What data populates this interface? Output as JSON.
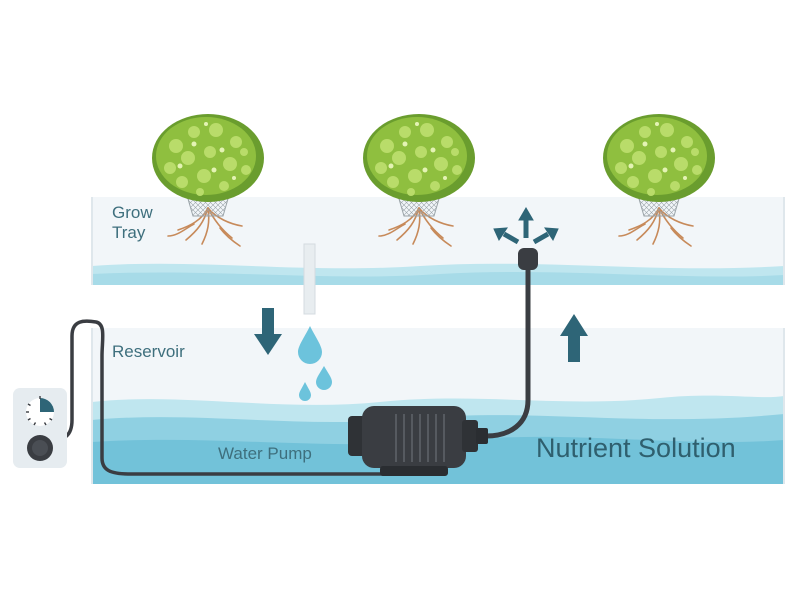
{
  "labels": {
    "grow_tray": "Grow\nTray",
    "reservoir": "Reservoir",
    "water_pump": "Water Pump",
    "nutrient_solution": "Nutrient Solution"
  },
  "plants": [
    {
      "name": "plant-left"
    },
    {
      "name": "plant-middle"
    },
    {
      "name": "plant-right"
    }
  ],
  "icons": {
    "timer": "timer-icon",
    "down_arrow": "down-arrow-icon",
    "up_arrow": "up-arrow-icon",
    "sprayer": "sprayer-arrows-icon",
    "drops": "water-drops-icon",
    "pump": "water-pump-icon"
  },
  "colors": {
    "tray_fill": "#f2f6f9",
    "water_light": "#bfe6ef",
    "water_mid": "#8fd0e2",
    "water_dark": "#6fc0d8",
    "arrow": "#2e6577",
    "pump": "#3a3d42",
    "plant_dark": "#6a9d2e",
    "plant_light": "#b9dc6a",
    "roots": "#c78a5a"
  }
}
